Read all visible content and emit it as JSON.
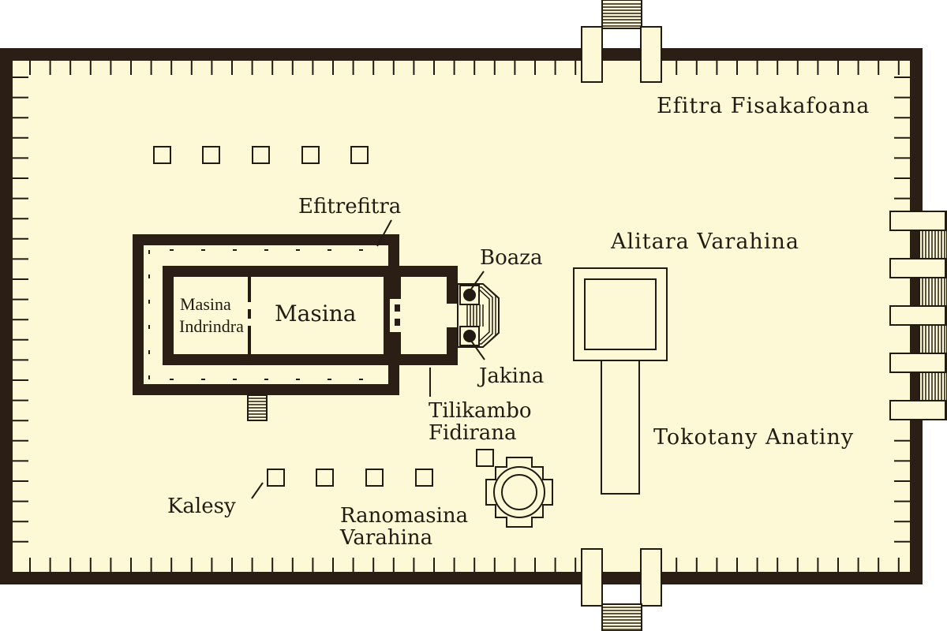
{
  "colors": {
    "fill": "#fdf9d6",
    "wall": "#2a1e15",
    "line": "#231a12"
  },
  "labels": {
    "outer_court": "Efitra Fisakafoana",
    "inner_court": "Efitrefitra",
    "holy_of_holies_line1": "Masina",
    "holy_of_holies_line2": "Indrindra",
    "holy_place": "Masina",
    "pillar_boaz": "Boaza",
    "pillar_jachin": "Jakina",
    "bronze_altar": "Alitara Varahina",
    "altar_ramp": "Tokotany Anatiny",
    "porch_line1": "Tilikambo",
    "porch_line2": "Fidirana",
    "bronze_sea_line1": "Ranomasina",
    "bronze_sea_line2": "Varahina",
    "lavers": "Kalesy"
  }
}
